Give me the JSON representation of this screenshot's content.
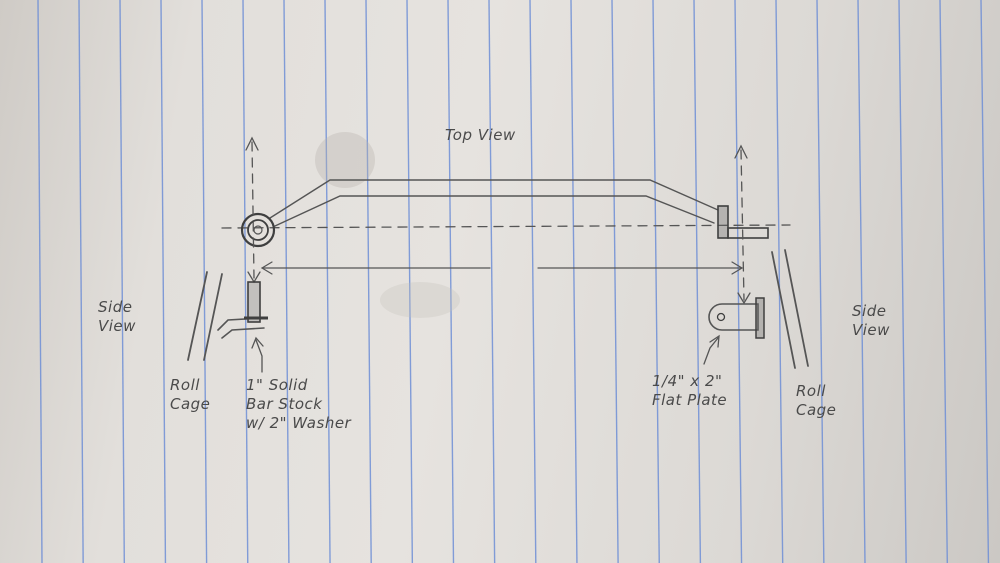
{
  "labels": {
    "top_view": "Top View",
    "side_view_left": [
      "Side",
      "View"
    ],
    "side_view_right": [
      "Side",
      "View"
    ],
    "roll_cage_left": [
      "Roll",
      "Cage"
    ],
    "roll_cage_right": [
      "Roll",
      "Cage"
    ],
    "bar_stock": [
      "1\" Solid",
      "Bar Stock",
      "w/ 2\" Washer"
    ],
    "flat_plate": [
      "1/4\" x 2\"",
      "Flat Plate"
    ]
  },
  "colors": {
    "pencil": "#555555",
    "rule_line": "#6f8fd6",
    "margin_line": "#c9a0a8"
  }
}
